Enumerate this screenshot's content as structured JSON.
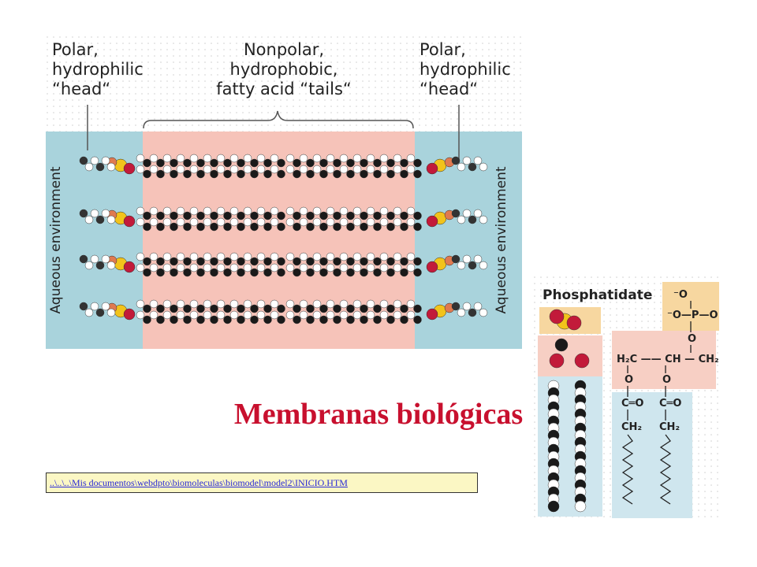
{
  "bilayer": {
    "left_head_label": [
      "Polar,",
      "hydrophilic",
      "“head“"
    ],
    "tail_label": [
      "Nonpolar,",
      "hydrophobic,",
      "fatty acid “tails“"
    ],
    "right_head_label": [
      "Polar,",
      "hydrophilic",
      "“head“"
    ],
    "left_side_label": "Aqueous environment",
    "right_side_label": "Aqueous environment",
    "colors": {
      "aqueous": "#a9d3dc",
      "hydrophobic": "#f6c3b9",
      "head_oxygen": "#c21a3a",
      "phosphorus": "#f2c31b",
      "carbon": "#1a1a1a"
    }
  },
  "phosphatidate": {
    "title": "Phosphatidate",
    "formula": {
      "phosphate_top": "⁻O",
      "phosphate_mid": "⁻O—P—O",
      "o_link": "O",
      "glycerol": "H₂C —— CH — CH₂",
      "ester_o": "O",
      "carbonyl": "C═O",
      "ch2": "CH₂"
    }
  },
  "title": "Membranas biológicas",
  "link": {
    "text": "..\\..\\..\\Mis documentos\\webdpto\\biomoleculas\\biomodel\\model2\\INICIO.HTM"
  }
}
